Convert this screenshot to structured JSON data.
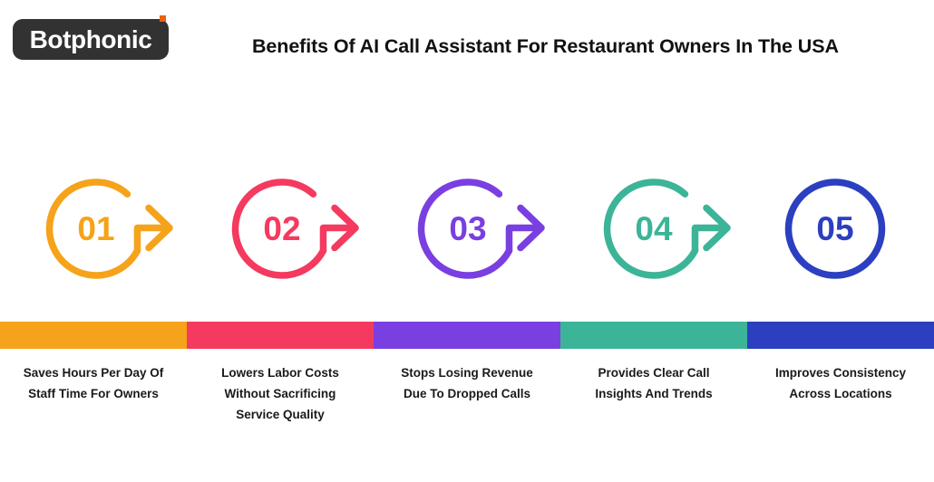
{
  "header": {
    "logo_text": "Botphonic",
    "logo_accent_color": "#E8620C",
    "logo_bg_color": "#323232",
    "title": "Benefits Of AI Call Assistant For Restaurant Owners In The USA"
  },
  "steps": [
    {
      "number": "01",
      "color": "#F5A31A",
      "caption": "Saves Hours Per Day Of Staff Time For Owners",
      "has_arrow": true
    },
    {
      "number": "02",
      "color": "#F43A5E",
      "caption": "Lowers Labor Costs Without Sacrificing Service Quality",
      "has_arrow": true
    },
    {
      "number": "03",
      "color": "#7A3FE0",
      "caption": "Stops Losing Revenue  Due To Dropped Calls",
      "has_arrow": true
    },
    {
      "number": "04",
      "color": "#3CB498",
      "caption": "Provides Clear Call Insights And Trends",
      "has_arrow": true
    },
    {
      "number": "05",
      "color": "#2B3FC0",
      "caption": "Improves Consistency Across Locations",
      "has_arrow": false
    }
  ]
}
